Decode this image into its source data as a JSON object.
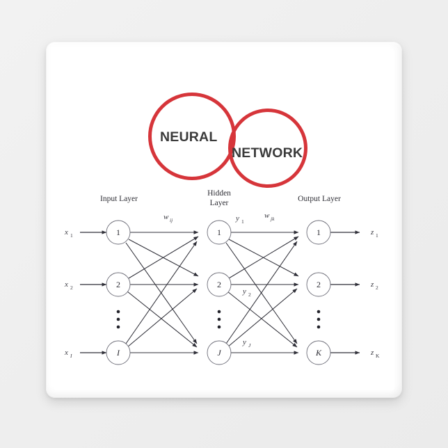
{
  "product": {
    "type": "square-magnet",
    "background_color": "#f0f0f0",
    "face_color": "#ffffff"
  },
  "logo": {
    "word_left": "NEURAL",
    "word_right": "NETWORK",
    "circle_color": "#d6353a",
    "text_color": "#3b3b3b"
  },
  "diagram": {
    "title_input": "Input Layer",
    "title_hidden_line1": "Hidden",
    "title_hidden_line2": "Layer",
    "title_output": "Output Layer",
    "weight_label_1_base": "w",
    "weight_label_1_sub": "ij",
    "weight_label_2_base": "w",
    "weight_label_2_sub": "jk",
    "input_nodes": [
      {
        "label": "1",
        "italic": false,
        "signal_base": "x",
        "signal_sub": "1",
        "signal_sub_italic": false
      },
      {
        "label": "2",
        "italic": false,
        "signal_base": "x",
        "signal_sub": "2",
        "signal_sub_italic": false
      },
      {
        "label": "I",
        "italic": true,
        "signal_base": "x",
        "signal_sub": "I",
        "signal_sub_italic": true
      }
    ],
    "hidden_nodes": [
      {
        "label": "1",
        "italic": false,
        "signal_base": "y",
        "signal_sub": "1",
        "signal_sub_italic": false
      },
      {
        "label": "2",
        "italic": false,
        "signal_base": "y",
        "signal_sub": "2",
        "signal_sub_italic": false
      },
      {
        "label": "J",
        "italic": true,
        "signal_base": "y",
        "signal_sub": "J",
        "signal_sub_italic": true
      }
    ],
    "output_nodes": [
      {
        "label": "1",
        "italic": false,
        "signal_base": "z",
        "signal_sub": "1",
        "signal_sub_italic": false
      },
      {
        "label": "2",
        "italic": false,
        "signal_base": "z",
        "signal_sub": "2",
        "signal_sub_italic": false
      },
      {
        "label": "K",
        "italic": true,
        "signal_base": "z",
        "signal_sub": "K",
        "signal_sub_italic": false
      }
    ],
    "ellipsis_glyph": "•",
    "edge_color": "#2f2f38",
    "node_stroke_color": "#6d6d78"
  }
}
